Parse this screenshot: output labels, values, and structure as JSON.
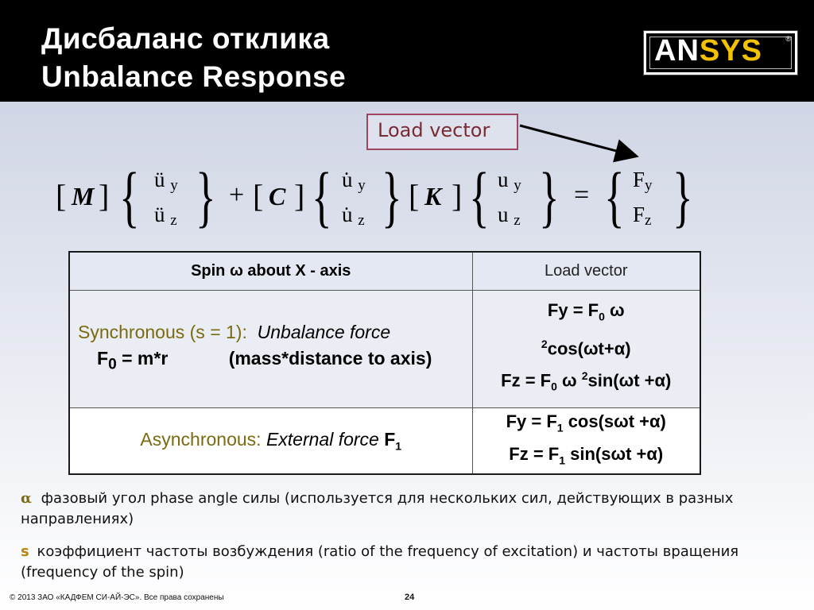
{
  "title": {
    "ru": "Дисбаланс отклика",
    "en": "Unbalance Response"
  },
  "logo": {
    "text_an": "AN",
    "text_sys": "SYS",
    "registered": "®"
  },
  "callout": {
    "label": "Load vector"
  },
  "equation": {
    "bracket_left": "[",
    "bracket_right": "]",
    "brace_left": "{",
    "brace_right": "}",
    "mass": "M",
    "damping": "C",
    "stiffness": "K",
    "plus": "+",
    "equals": "=",
    "acc_y": "ü",
    "acc_z": "ü",
    "vel_y": "u̇",
    "vel_z": "u̇",
    "disp_y": "u",
    "disp_z": "u",
    "force_y": "F",
    "force_z": "F",
    "sub_y": "y",
    "sub_z": "z"
  },
  "table": {
    "header_left": "Spin ω about X - axis",
    "header_right": "Load vector",
    "sync_label": "Synchronous (s = 1):",
    "sync_force": "Unbalance force",
    "sync_f0": "F",
    "sync_f0_sub": "0",
    "sync_f0_rest": " = m*r",
    "sync_note": "(mass*distance to axis)",
    "sync_fy_1": "Fy = F",
    "sync_fy_sub": "0",
    "sync_fy_2": " ω ",
    "sync_fy_sup": "2",
    "sync_fy_3": "cos(ωt+α)",
    "sync_fz_1": "Fz = F",
    "sync_fz_sub": "0",
    "sync_fz_2": " ω ",
    "sync_fz_sup": "2",
    "sync_fz_3": "sin(ωt +α)",
    "async_label": "Asynchronous:",
    "async_force": "External force",
    "async_f1": "F",
    "async_f1_sub": "1",
    "async_fy_1": "Fy = F",
    "async_fy_sub": "1",
    "async_fy_2": " cos(sωt +α)",
    "async_fz_1": "Fz = F",
    "async_fz_sub": "1",
    "async_fz_2": " sin(sωt +α)"
  },
  "notes": {
    "alpha_symbol": "α",
    "alpha_text": "фазовый угол phase angle силы (используется для нескольких сил, действующих в разных направлениях)",
    "s_symbol": "s",
    "s_text": "коэффициент частоты возбуждения (ratio of the frequency of excitation) и частоты вращения (frequency of the spin)"
  },
  "footer": {
    "copyright": "© 2013 ЗАО «КАДФЕМ СИ-АЙ-ЭС». Все права сохранены",
    "page": "24"
  },
  "colors": {
    "header_bg": "#000000",
    "olive_text": "#7a6a10",
    "callout_border": "#a04560",
    "logo_sys": "#f2c200"
  }
}
